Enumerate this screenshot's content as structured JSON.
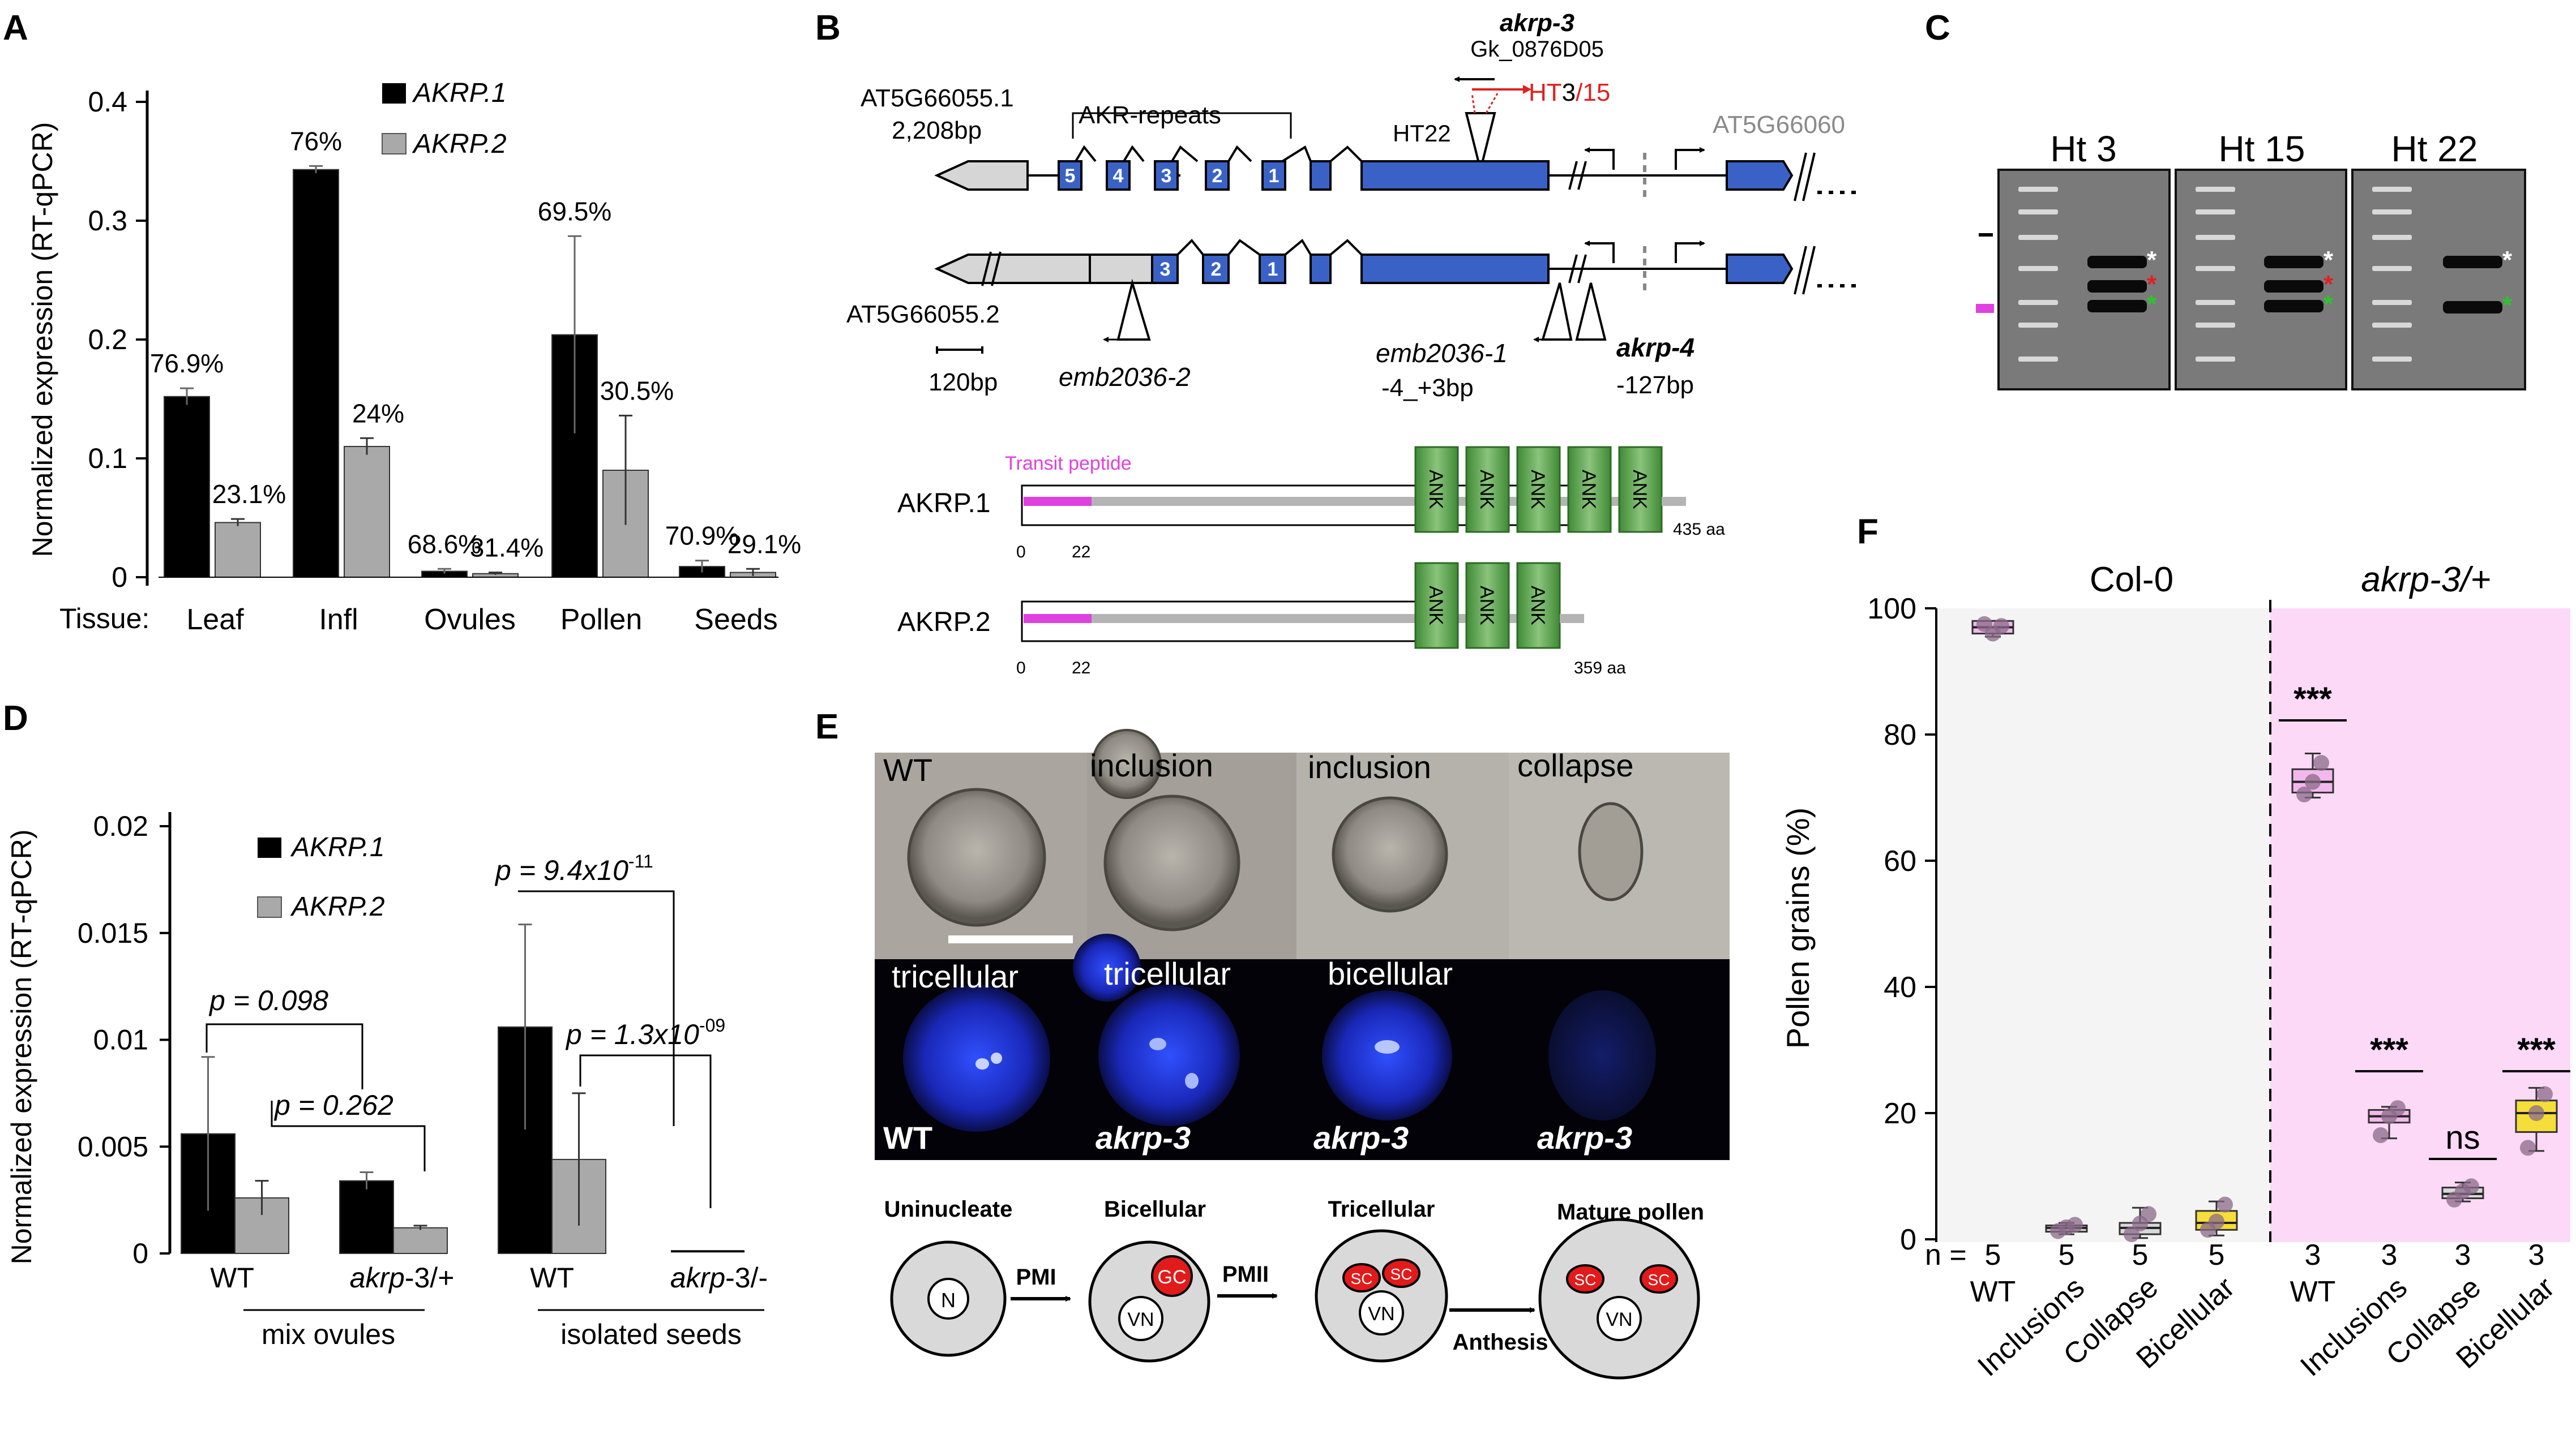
{
  "panelA": {
    "letter": "A",
    "ylabel": "Normalized expression (RT-qPCR)",
    "row_label": "Tissue:",
    "legend": [
      "AKRP.1",
      "AKRP.2"
    ],
    "colors": {
      "akrp1": "#000000",
      "akrp2": "#a9a9a9"
    },
    "ticks": [
      "0",
      "0.1",
      "0.2",
      "0.3",
      "0.4"
    ]
  },
  "panelB": {
    "letter": "B",
    "allele_akrp3": "akrp-3",
    "allele_akrp3_line": "Gk_0876D05",
    "ht315_prefix": "HT",
    "ht315_num1": "3",
    "ht315_slash": "/",
    "ht315_num2": "15",
    "ht22": "HT22",
    "iso1": "AT5G66055.1",
    "iso1_len": "2,208bp",
    "akr_repeats": "AKR-repeats",
    "neighbor_gene": "AT5G66060",
    "iso2": "AT5G66055.2",
    "scale": "120bp",
    "emb2036_2": "emb2036-2",
    "emb2036_1": "emb2036-1",
    "emb2036_1_pos": "-4_+3bp",
    "akrp4": "akrp-4",
    "akrp4_pos": "-127bp",
    "exons_iso1": [
      "5",
      "4",
      "3",
      "2",
      "1"
    ],
    "exons_iso2": [
      "3",
      "2",
      "1"
    ],
    "transit_peptide": "Transit peptide",
    "protein1": "AKRP.1",
    "protein2": "AKRP.2",
    "ank": "ANK",
    "p1_start": "0",
    "p1_tp": "22",
    "p1_len": "435 aa",
    "p2_start": "0",
    "p2_tp": "22",
    "p2_len": "359 aa",
    "colors": {
      "exon": "#3a62c6",
      "ank": "#4f9a45",
      "tp": "#e040e0",
      "red": "#e02020"
    }
  },
  "panelC": {
    "letter": "C",
    "lanes": [
      "Ht 3",
      "Ht 15",
      "Ht 22"
    ]
  },
  "panelD": {
    "letter": "D",
    "ylabel": "Normalized expression (RT-qPCR)",
    "legend": [
      "AKRP.1",
      "AKRP.2"
    ],
    "ticks": [
      "0",
      "0.005",
      "0.01",
      "0.015",
      "0.02"
    ],
    "p_values": {
      "p1_text": "p = 0.098",
      "p2_text": "p = 0.262",
      "p3_prefix": "p = 9.4x10",
      "p3_exp": "-11",
      "p4_prefix": "p = 1.3x10",
      "p4_exp": "-09"
    },
    "groups": {
      "wt1": "WT",
      "het_prefix": "akrp",
      "het_suffix": "-3/+",
      "wt2": "WT",
      "hom_prefix": "akrp",
      "hom_suffix": "-3/-",
      "mix": "mix ovules",
      "iso": "isolated seeds"
    }
  },
  "panelE": {
    "letter": "E",
    "top_labels": [
      "WT",
      "inclusion",
      "inclusion",
      "collapse"
    ],
    "mid_labels": [
      "tricellular",
      "tricellular",
      "bicellular"
    ],
    "geno_labels": [
      "WT",
      "akrp-3",
      "akrp-3",
      "akrp-3"
    ],
    "stages": [
      "Uninucleate",
      "Bicellular",
      "Tricellular",
      "Mature pollen"
    ],
    "arrows": [
      "PMI",
      "PMII",
      "Anthesis"
    ],
    "cells": {
      "n": "N",
      "gc": "GC",
      "vn": "VN",
      "sc": "SC"
    }
  },
  "panelF": {
    "letter": "F",
    "ylabel": "Pollen grains (%)",
    "group1": "Col-0",
    "group2": "akrp-3/+",
    "ticks": [
      "0",
      "20",
      "40",
      "60",
      "80",
      "100"
    ],
    "n_prefix": "n =",
    "n_values": [
      "5",
      "5",
      "5",
      "5",
      "3",
      "3",
      "3",
      "3"
    ],
    "categories": [
      "WT",
      "Inclusions",
      "Collapse",
      "Bicellular",
      "WT",
      "Inclusions",
      "Collapse",
      "Bicellular"
    ],
    "significance": [
      "***",
      "***",
      "ns",
      "***"
    ],
    "colors": {
      "bg2": "#fbd9f7",
      "bg1": "#f4f4f4",
      "box_pink": "#f2b8ec",
      "box_yellow": "#f5dd3a",
      "box_grey": "#d9d9d9",
      "dot": "#8a6a88"
    }
  },
  "chart_data": [
    {
      "type": "bar",
      "panel": "A",
      "categories": [
        "Leaf",
        "Infl",
        "Ovules",
        "Pollen",
        "Seeds"
      ],
      "ylabel": "Normalized expression (RT-qPCR)",
      "ylim": [
        0,
        0.4
      ],
      "series": [
        {
          "name": "AKRP.1",
          "values": [
            0.152,
            0.343,
            0.005,
            0.204,
            0.009
          ],
          "errors": [
            0.007,
            0.003,
            0.002,
            0.083,
            0.005
          ],
          "labels": [
            "76.9%",
            "76%",
            "68.6%",
            "69.5%",
            "70.9%"
          ]
        },
        {
          "name": "AKRP.2",
          "values": [
            0.046,
            0.11,
            0.003,
            0.09,
            0.004
          ],
          "errors": [
            0.003,
            0.007,
            0.001,
            0.046,
            0.003
          ],
          "labels": [
            "23.1%",
            "24%",
            "31.4%",
            "30.5%",
            "29.1%"
          ]
        }
      ]
    },
    {
      "type": "bar",
      "panel": "D",
      "categories": [
        "WT",
        "akrp-3/+",
        "WT",
        "akrp-3/-"
      ],
      "ylabel": "Normalized expression (RT-qPCR)",
      "ylim": [
        0,
        0.02
      ],
      "series": [
        {
          "name": "AKRP.1",
          "values": [
            0.0056,
            0.0034,
            0.0106,
            0.0
          ],
          "errors": [
            0.0036,
            0.0004,
            0.0048,
            0.0
          ]
        },
        {
          "name": "AKRP.2",
          "values": [
            0.0026,
            0.0012,
            0.0044,
            0.0001
          ],
          "errors": [
            0.0008,
            0.0001,
            0.0031,
            0.0
          ]
        }
      ]
    },
    {
      "type": "box",
      "panel": "F",
      "categories": [
        "WT",
        "Inclusions",
        "Collapse",
        "Bicellular",
        "WT",
        "Inclusions",
        "Collapse",
        "Bicellular"
      ],
      "groups": [
        "Col-0",
        "Col-0",
        "Col-0",
        "Col-0",
        "akrp-3/+",
        "akrp-3/+",
        "akrp-3/+",
        "akrp-3/+"
      ],
      "ylabel": "Pollen grains (%)",
      "ylim": [
        0,
        100
      ],
      "n": [
        5,
        5,
        5,
        5,
        3,
        3,
        3,
        3
      ],
      "boxes": [
        {
          "min": 95.5,
          "q1": 96.0,
          "median": 97.0,
          "q3": 98.0,
          "max": 98.0,
          "points": [
            97.5,
            96.0,
            97.2
          ]
        },
        {
          "min": 0.8,
          "q1": 1.2,
          "median": 1.8,
          "q3": 2.2,
          "max": 2.6,
          "points": [
            1.3,
            1.9,
            2.3
          ]
        },
        {
          "min": 0.2,
          "q1": 0.8,
          "median": 1.8,
          "q3": 2.6,
          "max": 5.0,
          "points": [
            0.8,
            2.5,
            4.0
          ]
        },
        {
          "min": 0.6,
          "q1": 1.5,
          "median": 2.6,
          "q3": 4.5,
          "max": 6.0,
          "points": [
            1.5,
            2.8,
            5.5
          ]
        },
        {
          "min": 70.0,
          "q1": 70.8,
          "median": 72.5,
          "q3": 74.5,
          "max": 77.0,
          "points": [
            70.5,
            72.5,
            75.5
          ]
        },
        {
          "min": 16.0,
          "q1": 18.5,
          "median": 19.5,
          "q3": 20.5,
          "max": 21.0,
          "points": [
            16.5,
            19.5,
            20.8
          ]
        },
        {
          "min": 6.0,
          "q1": 6.5,
          "median": 7.2,
          "q3": 8.2,
          "max": 9.0,
          "points": [
            6.3,
            7.6,
            8.4
          ]
        },
        {
          "min": 14.0,
          "q1": 17.0,
          "median": 20.0,
          "q3": 22.0,
          "max": 24.0,
          "points": [
            14.5,
            20.0,
            23.0
          ]
        }
      ]
    }
  ]
}
